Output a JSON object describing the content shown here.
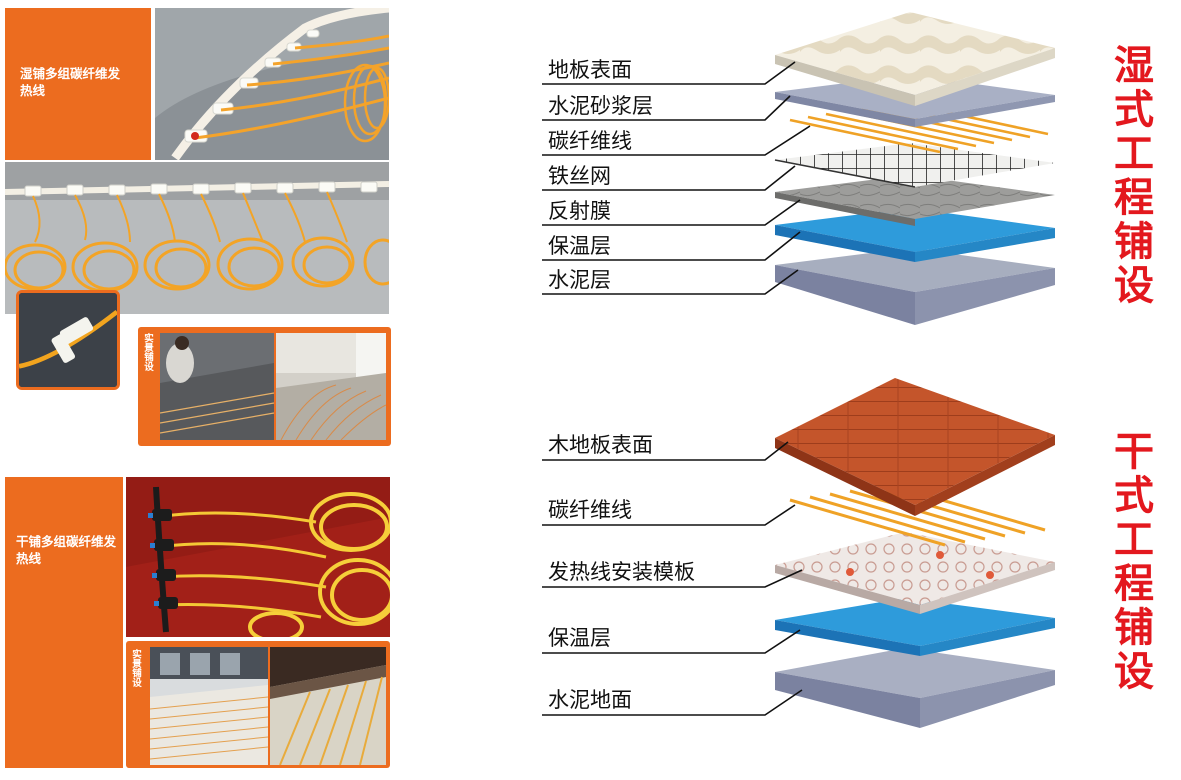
{
  "wet": {
    "panel_title": "湿铺多组碳纤维发热线",
    "tag": "实景铺设",
    "diagram_title": "湿式工程铺设",
    "layers": [
      "地板表面",
      "水泥砂浆层",
      "碳纤维线",
      "铁丝网",
      "反射膜",
      "保温层",
      "水泥层"
    ]
  },
  "dry": {
    "panel_title": "干铺多组碳纤维发热线",
    "tag": "实景铺设",
    "diagram_title": "干式工程铺设",
    "layers": [
      "木地板表面",
      "碳纤维线",
      "发热线安装模板",
      "保温层",
      "水泥地面"
    ]
  },
  "colors": {
    "brand_orange": "#ec6c1f",
    "title_red": "#e3181e",
    "cable_orange": "#f2a41e",
    "insulation_blue": "#2a8fd3",
    "cement_gray": "#8e96ae",
    "wood": "#c2532a"
  }
}
